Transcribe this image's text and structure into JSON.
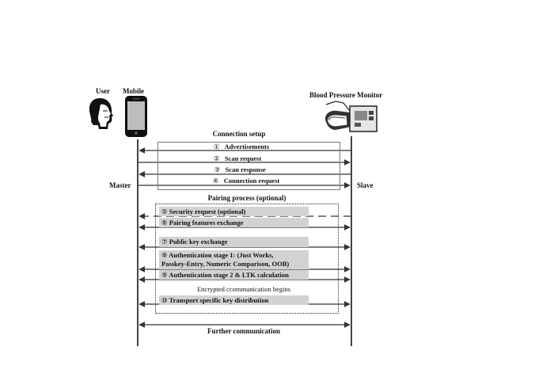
{
  "actors": {
    "user": "User",
    "mobile": "Mobile",
    "device": "Blood Pressure Monitor",
    "master": "Master",
    "slave": "Slave"
  },
  "connection": {
    "title": "Connection setup",
    "messages": [
      {
        "num": "①",
        "text": "Advertisements"
      },
      {
        "num": "②",
        "text": "Scan request"
      },
      {
        "num": "③",
        "text": "Scan response"
      },
      {
        "num": "④",
        "text": "Connection request"
      }
    ]
  },
  "pairing": {
    "title": "Pairing process (optional)",
    "steps": [
      {
        "num": "⑤",
        "text": "Security request (optional)"
      },
      {
        "num": "⑥",
        "text": "Pairing features exchange"
      },
      {
        "num": "⑦",
        "text": "Public key exchange"
      },
      {
        "num": "⑧",
        "text": "Authentication stage 1: (Just Works,"
      },
      {
        "num": "",
        "text": "Passkey-Entry, Numeric Comparison, OOB)"
      },
      {
        "num": "⑨",
        "text": "Authentication stage 2 & LTK calculation"
      },
      {
        "num": "⑩",
        "text": "Transport specific key distribution"
      }
    ],
    "encrypted_note": "Encrypted ccommunication begins"
  },
  "further": "Further communication"
}
